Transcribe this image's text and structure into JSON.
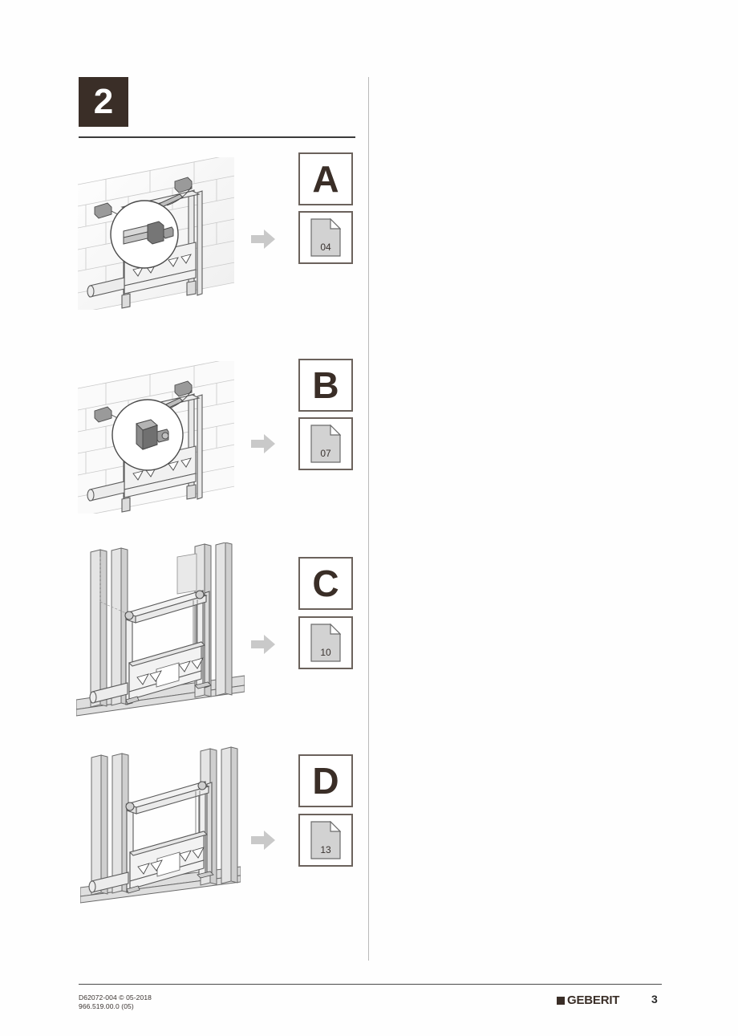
{
  "document": {
    "chapter_number": "2",
    "page_number": "3",
    "brand_name": "GEBERIT",
    "brand_mark_icon": "square-mark-icon",
    "footer_code_line1": "D62072-004 © 05-2018",
    "footer_code_line2": "966.519.00.0 (05)",
    "accent_color": "#3a2e27",
    "rule_color": "#3b3b3b",
    "divider_color": "#b9b9b9",
    "arrow_color": "#c9c9c9",
    "box_border_color": "#6b625c"
  },
  "steps": [
    {
      "letter": "A",
      "page_ref": "04",
      "arrow_icon": "arrow-right-icon",
      "page_icon": "document-page-icon",
      "illustration": {
        "name": "frame-on-brick-wall-with-detail-callout-a",
        "variant": "brick",
        "caption": "Installation frame fixed to brick wall, magnified bracket detail"
      }
    },
    {
      "letter": "B",
      "page_ref": "07",
      "arrow_icon": "arrow-right-icon",
      "page_icon": "document-page-icon",
      "illustration": {
        "name": "frame-on-brick-wall-with-detail-callout-b",
        "variant": "brick",
        "caption": "Installation frame fixed to brick wall, magnified bracket detail"
      }
    },
    {
      "letter": "C",
      "page_ref": "10",
      "arrow_icon": "arrow-right-icon",
      "page_icon": "document-page-icon",
      "illustration": {
        "name": "frame-in-metal-stud-wall-c",
        "variant": "studs",
        "caption": "Installation frame mounted between metal studs"
      }
    },
    {
      "letter": "D",
      "page_ref": "13",
      "arrow_icon": "arrow-right-icon",
      "page_icon": "document-page-icon",
      "illustration": {
        "name": "frame-in-metal-stud-wall-d",
        "variant": "studs",
        "caption": "Installation frame mounted between metal studs"
      }
    }
  ]
}
